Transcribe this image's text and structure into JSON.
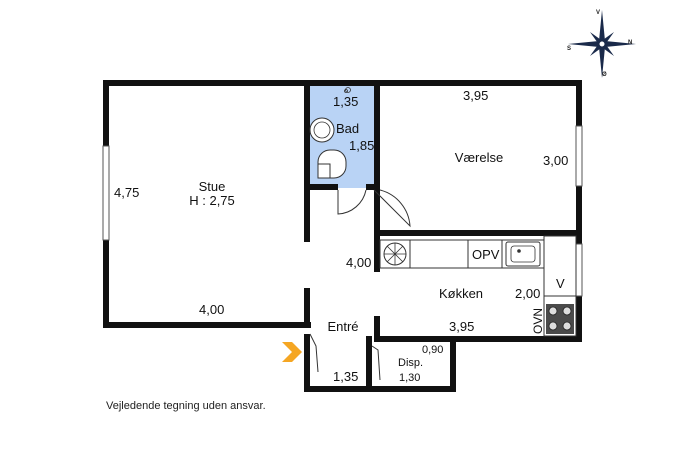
{
  "compass": {
    "north": "N",
    "south": "S",
    "east": "Ø",
    "west": "V"
  },
  "rooms": {
    "stue": {
      "name": "Stue",
      "height": "H : 2,75",
      "dim_left": "4,75",
      "dim_bottom": "4,00"
    },
    "bad": {
      "name": "Bad",
      "dim_top": "1,35",
      "dim_right": "1,85"
    },
    "vaerelse": {
      "name": "Værelse",
      "dim_top": "3,95",
      "dim_right": "3,00"
    },
    "koekken": {
      "name": "Køkken",
      "dim_left": "4,00",
      "dim_right": "2,00",
      "dim_bottom": "3,95"
    },
    "entre": {
      "name": "Entré",
      "dim_bottom": "1,35"
    },
    "disp": {
      "name": "Disp.",
      "dim_top": "0,90",
      "dim_bottom": "1,30"
    }
  },
  "appliances": {
    "opv": "OPV",
    "ovn": "OVN",
    "v": "V"
  },
  "colors": {
    "wall": "#111111",
    "bathroom": "#b9d3f5",
    "entrance_arrow": "#f5a623"
  },
  "icons": [
    "compass-rose-icon",
    "toilet-icon",
    "washbasin-icon",
    "washing-machine-icon",
    "sink-icon",
    "hob-icon",
    "entrance-arrow-icon"
  ],
  "disclaimer": "Vejledende tegning uden ansvar."
}
